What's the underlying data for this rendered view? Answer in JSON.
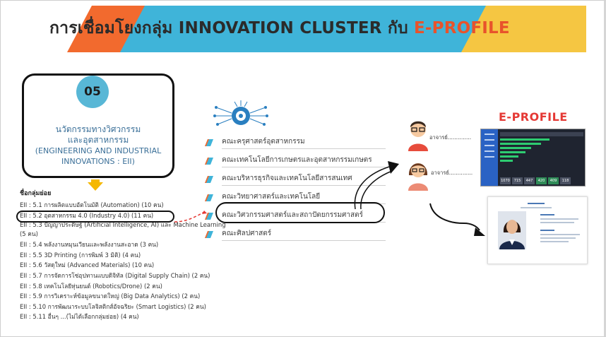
{
  "banner": {
    "title_main": "การเชื่อมโยงกลุ่ม INNOVATION CLUSTER กับ",
    "title_accent": "E-PROFILE",
    "colors": {
      "orange": "#f26a2e",
      "blue": "#3fb4d9",
      "yellow": "#f5c642"
    }
  },
  "cluster": {
    "number": "05",
    "name_th_line1": "นวัตกรรมทางวิศวกรรม",
    "name_th_line2": "และอุตสาหกรรม",
    "name_en_line1": "(ENGINEERING AND INDUSTRIAL",
    "name_en_line2": "INNOVATIONS : EII)"
  },
  "subgroups": {
    "title": "ชื่อกลุ่มย่อย",
    "items": [
      "EII : 5.1 การผลิตแบบอัตโนมัติ (Automation) (10 คน)",
      "EII : 5.2 อุตสาหกรรม 4.0 (Industry 4.0) (11 คน)",
      "EII : 5.3 ปัญญาประดิษฐ์ (Artificial Intelligence, AI) และ Machine Learning (5 คน)",
      "EII : 5.4 พลังงานหมุนเวียนและพลังงานสะอาด (3 คน)",
      "EII : 5.5 3D Printing (การพิมพ์ 3 มิติ) (4 คน)",
      "EII : 5.6 วัสดุใหม่ (Advanced Materials) (10 คน)",
      "EII : 5.7 การจัดการโซ่อุปทานแบบดิจิทัล (Digital Supply Chain) (2 คน)",
      "EII : 5.8 เทคโนโลยีหุ่นยนต์ (Robotics/Drone) (2 คน)",
      "EII : 5.9 การวิเคราะห์ข้อมูลขนาดใหญ่ (Big Data Analytics) (2 คน)",
      "EII : 5.10 การพัฒนาระบบโลจิสติกส์อัจฉริยะ (Smart Logistics) (2 คน)",
      "EII : 5.11 อื่นๆ ...(ไม่ได้เลือกกลุ่มย่อย) (4 คน)"
    ]
  },
  "faculties": [
    "คณะครุศาสตร์อุตสาหกรรม",
    "คณะเทคโนโลยีการเกษตรและอุตสาหกรรมเกษตร",
    "คณะบริหารธุรกิจและเทคโนโลยีสารสนเทศ",
    "คณะวิทยาศาสตร์และเทคโนโลยี",
    "คณะวิศวกรรมศาสตร์และสถาปัตยกรรมศาสตร์",
    "คณะศิลปศาสตร์"
  ],
  "people": {
    "male_label": "อาจารย์..............",
    "female_label": "อาจารย์.............."
  },
  "eprofile": {
    "title": "E-PROFILE",
    "dash_tiles": [
      "1070",
      "715",
      "447",
      "420",
      "409",
      "118"
    ]
  }
}
